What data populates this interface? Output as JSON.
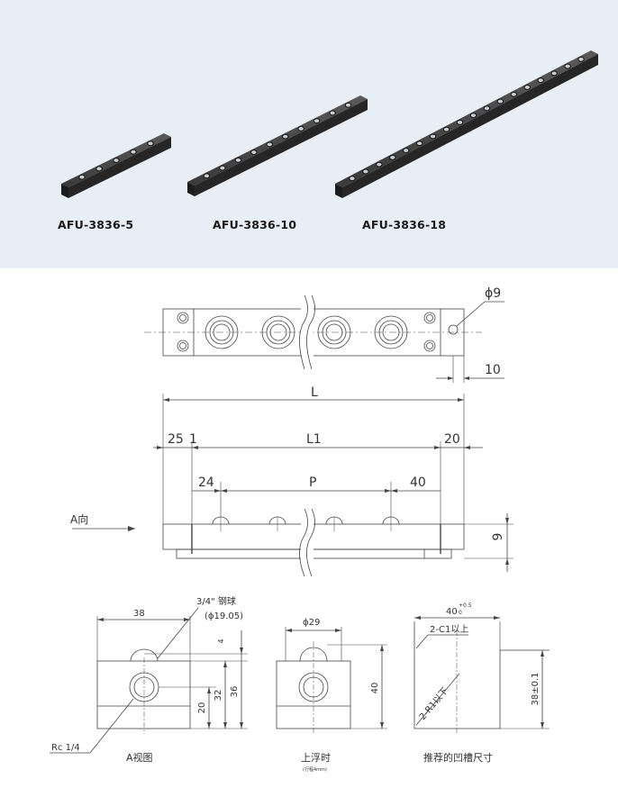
{
  "products": [
    {
      "name": "AFU-3836-5",
      "balls": 5
    },
    {
      "name": "AFU-3836-10",
      "balls": 10
    },
    {
      "name": "AFU-3836-18",
      "balls": 18
    }
  ],
  "top_view": {
    "hole_dia": "ϕ9",
    "edge_dim": "10"
  },
  "side_view": {
    "L": "L",
    "L1": "L1",
    "P": "P",
    "d25": "25",
    "d1": "1",
    "d20": "20",
    "d24": "24",
    "d40": "40",
    "d9": "9",
    "arrow_label": "A向"
  },
  "end_view_a": {
    "ball_label": "3/4\" 钢球",
    "ball_dia": "(ϕ19.05)",
    "w38": "38",
    "d4": "4",
    "h36": "36",
    "h32": "32",
    "h20": "20",
    "thread": "Rc 1/4",
    "caption": "A视图"
  },
  "end_view_float": {
    "w29": "ϕ29",
    "h40": "40",
    "caption": "上浮时",
    "note": "(行程4mm)"
  },
  "groove_view": {
    "width": "40",
    "tol_upper": "+0.5",
    "tol_lower": "0",
    "chamfer": "2-C1以上",
    "radius": "2-R1以下",
    "depth": "38±0.1",
    "caption": "推荐的凹槽尺寸"
  },
  "colors": {
    "panel_bg": "#e8eef5",
    "rail_dark": "#2a2a2a",
    "line": "#333333"
  }
}
